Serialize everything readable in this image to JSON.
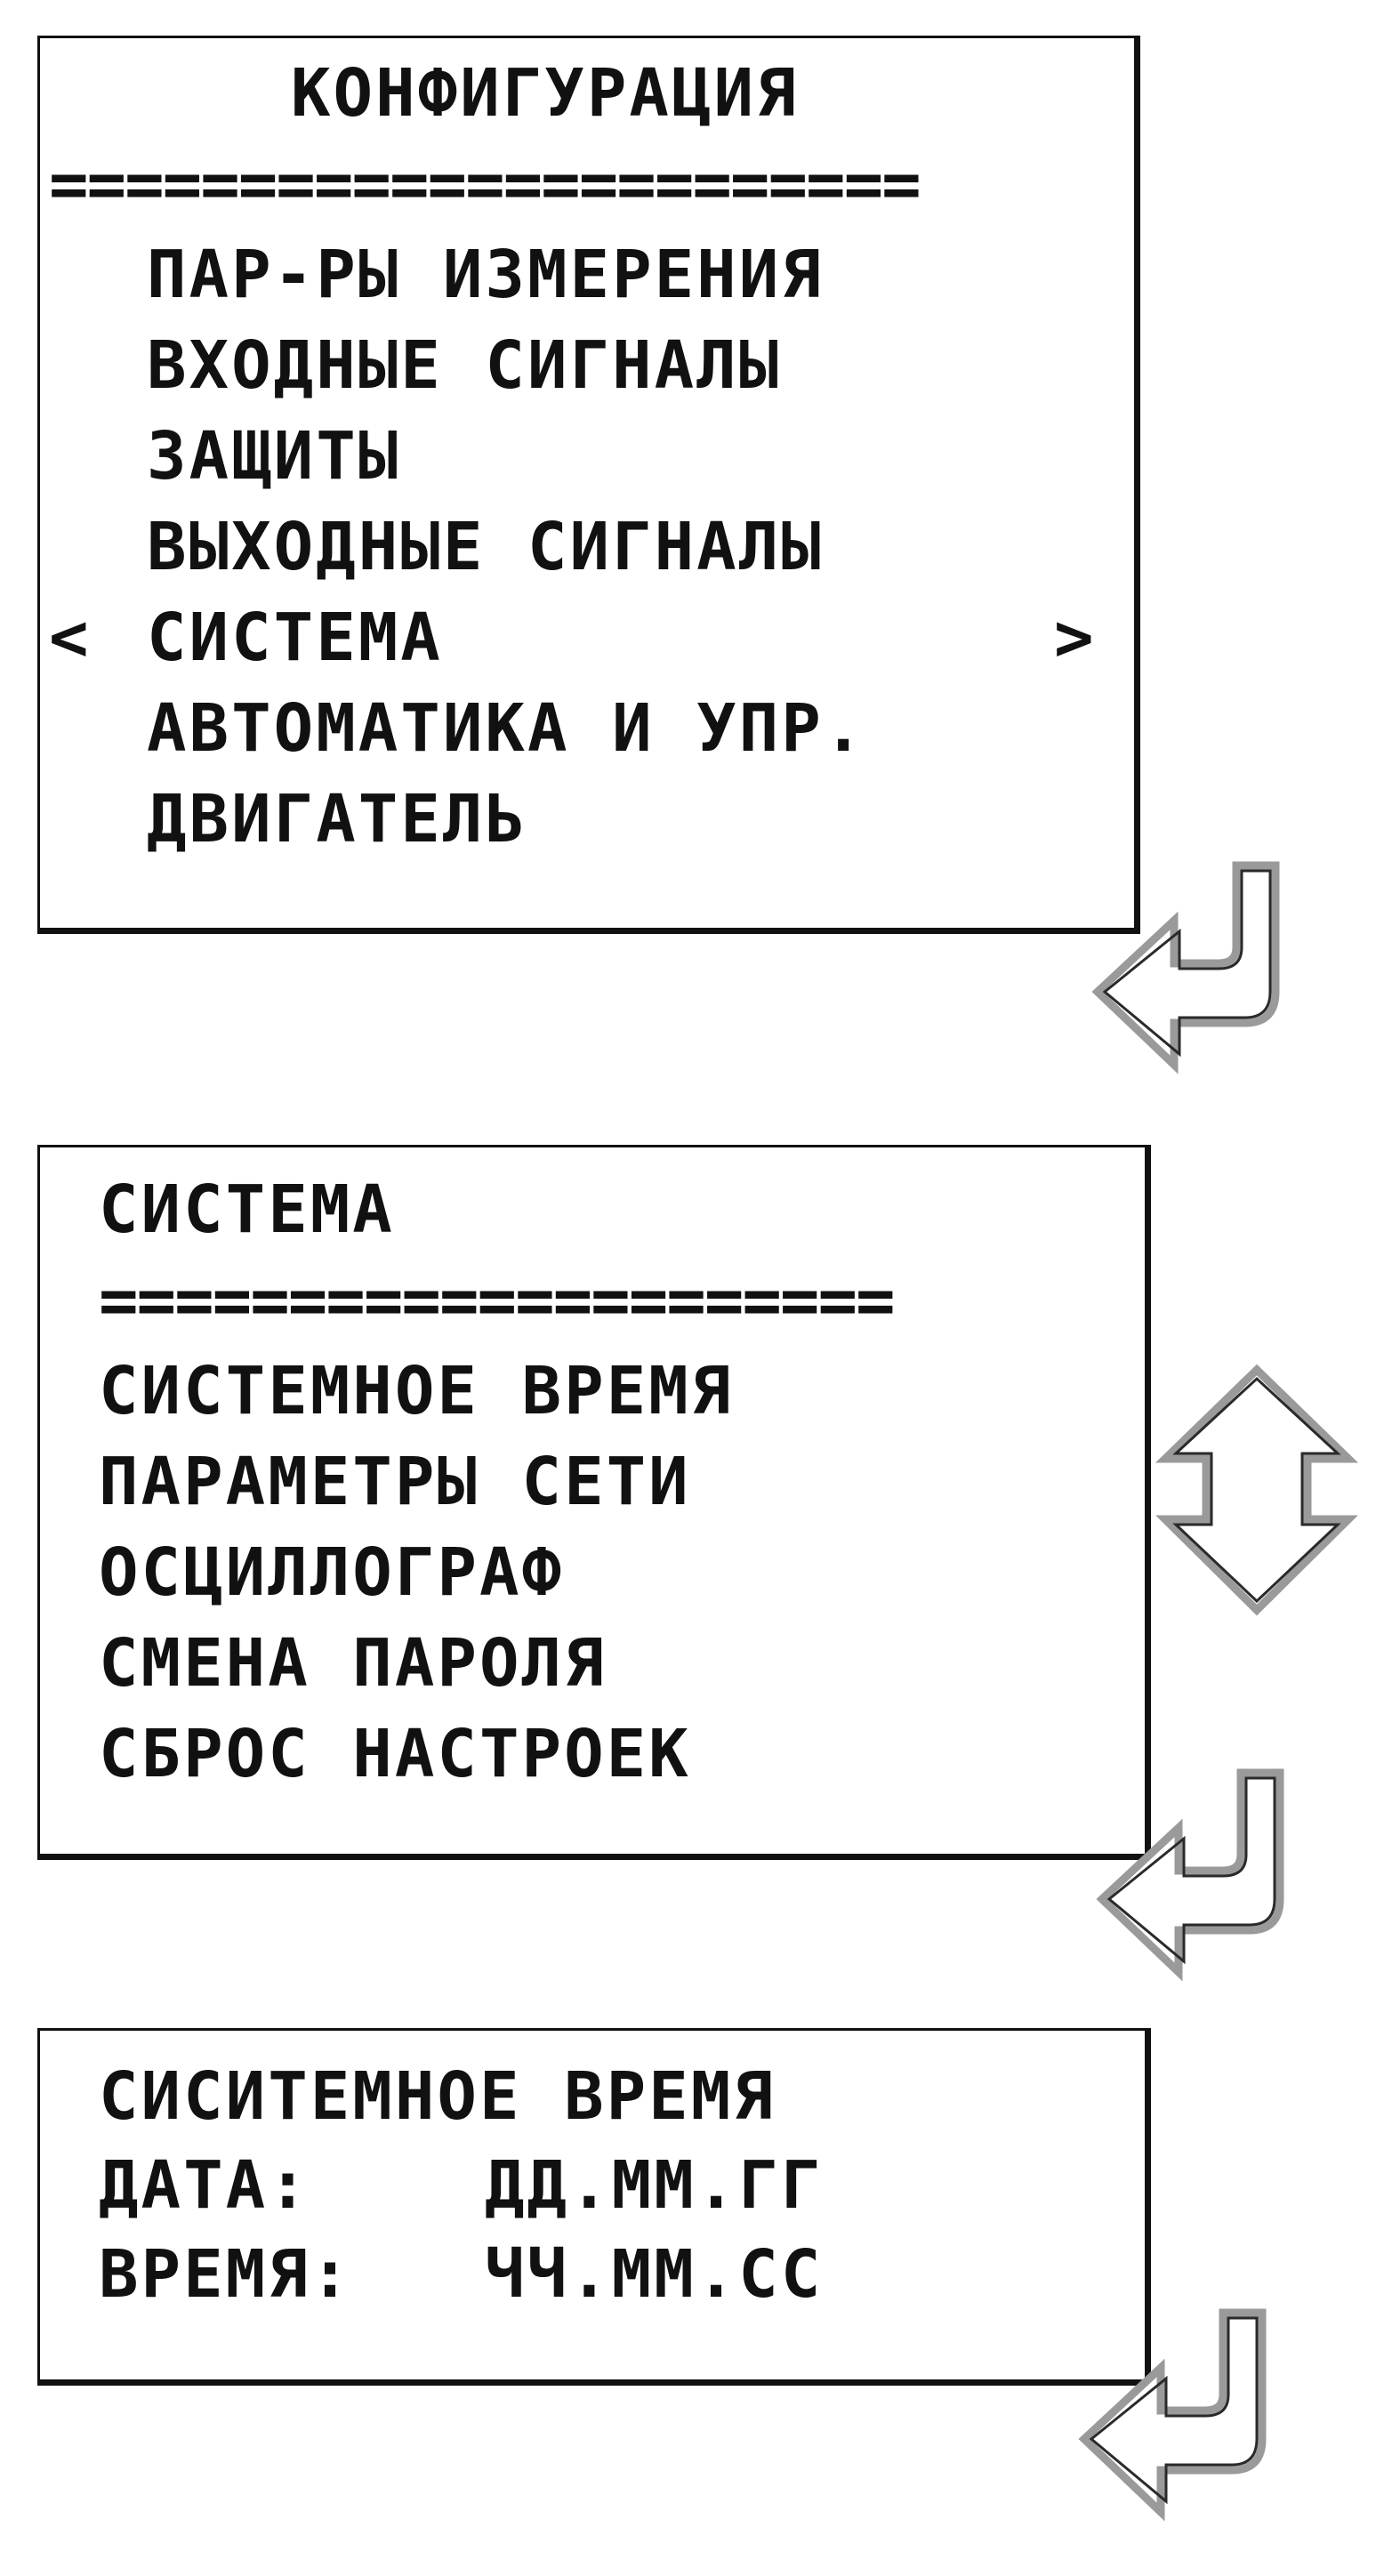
{
  "menu_config": {
    "title": "КОНФИГУРАЦИЯ",
    "separator": "=======================",
    "items": [
      "ПАР-РЫ ИЗМЕРЕНИЯ",
      "ВХОДНЫЕ СИГНАЛЫ",
      "ЗАЩИТЫ",
      "ВЫХОДНЫЕ СИГНАЛЫ",
      "СИСТЕМА",
      "АВТОМАТИКА И УПР.",
      "ДВИГАТЕЛЬ"
    ],
    "selected_index": 4,
    "cursor_left": "<",
    "cursor_right": ">"
  },
  "menu_system": {
    "title": "СИСТЕМА",
    "separator": "=====================",
    "items": [
      "СИСТЕМНОЕ ВРЕМЯ",
      "ПАРАМЕТРЫ СЕТИ",
      "ОСЦИЛЛОГРАФ",
      "СМЕНА ПАРОЛЯ",
      "СБРОС НАСТРОЕК"
    ]
  },
  "menu_time": {
    "title": "СИСИТЕМНОЕ ВРЕМЯ",
    "date_label": "ДАТА:",
    "date_value": "ДД.ММ.ГГ",
    "time_label": "ВРЕМЯ:",
    "time_value": "ЧЧ.ММ.СС"
  },
  "icons": {
    "enter_arrow": "enter-return-icon",
    "scroll_arrow": "up-down-arrow-icon"
  }
}
